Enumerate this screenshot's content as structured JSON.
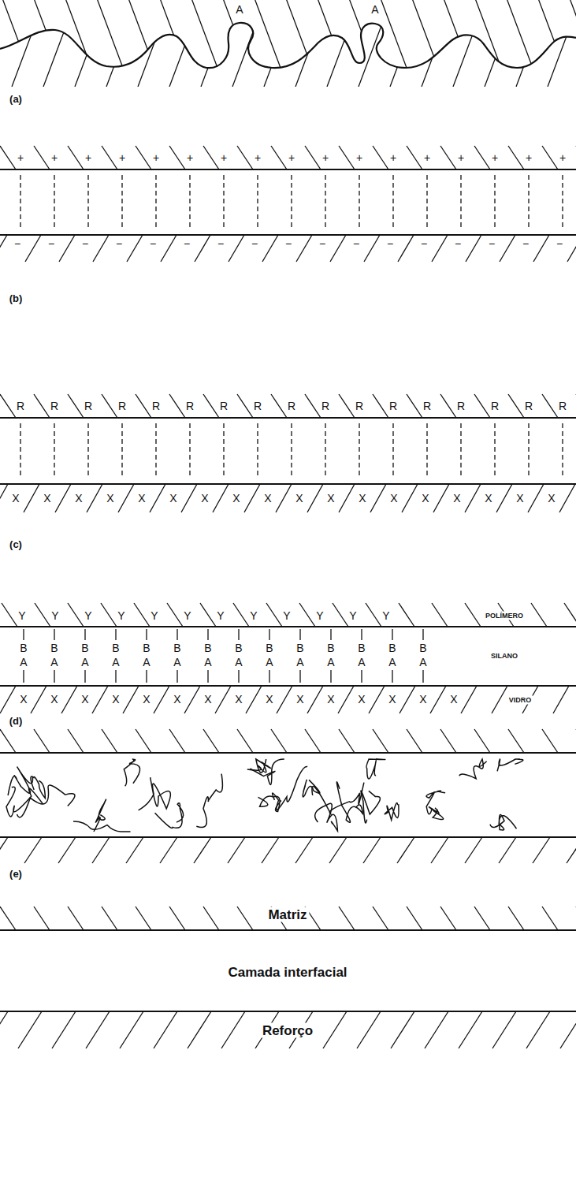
{
  "diagram": {
    "labels": [
      "A",
      "A",
      "(a)",
      "+",
      "+",
      "+",
      "+",
      "+",
      "+",
      "+",
      "+",
      "+",
      "+",
      "+",
      "+",
      "+",
      "+",
      "+",
      "+",
      "+",
      "−",
      "−",
      "−",
      "−",
      "−",
      "−",
      "−",
      "−",
      "−",
      "−",
      "−",
      "−",
      "−",
      "−",
      "−",
      "−",
      "−",
      "(b)",
      "R",
      "R",
      "R",
      "R",
      "R",
      "R",
      "R",
      "R",
      "R",
      "R",
      "R",
      "R",
      "R",
      "R",
      "R",
      "R",
      "R",
      "X",
      "X",
      "X",
      "X",
      "X",
      "X",
      "X",
      "X",
      "X",
      "X",
      "X",
      "X",
      "X",
      "X",
      "X",
      "X",
      "X",
      "X",
      "(c)",
      "Y",
      "Y",
      "Y",
      "Y",
      "Y",
      "Y",
      "Y",
      "Y",
      "Y",
      "Y",
      "Y",
      "Y",
      "POLÍMERO",
      "B",
      "B",
      "B",
      "B",
      "B",
      "B",
      "B",
      "B",
      "B",
      "B",
      "B",
      "B",
      "B",
      "B",
      "SILANO",
      "A",
      "A",
      "A",
      "A",
      "A",
      "A",
      "A",
      "A",
      "A",
      "A",
      "A",
      "A",
      "A",
      "A",
      "X",
      "X",
      "X",
      "X",
      "X",
      "X",
      "X",
      "X",
      "X",
      "X",
      "X",
      "X",
      "X",
      "X",
      "X",
      "VIDRO",
      "(d)",
      "(e)",
      "Matriz",
      "Camada interfacial",
      "Reforço"
    ]
  }
}
